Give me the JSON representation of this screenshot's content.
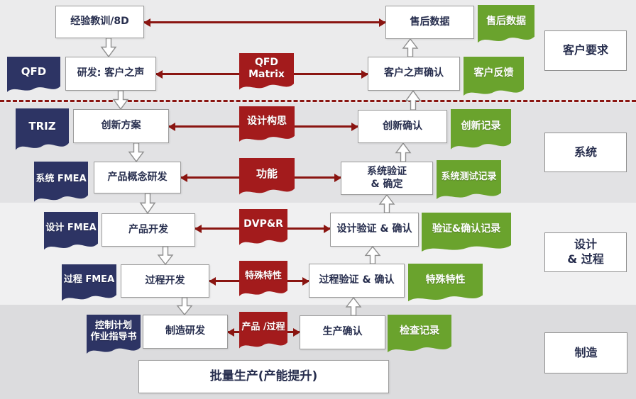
{
  "diagram": {
    "left_column": {
      "boxes": [
        {
          "label": "经验教训/8D"
        },
        {
          "label": "研发: 客户之声"
        },
        {
          "label": "创新方案"
        },
        {
          "label": "产品概念研发"
        },
        {
          "label": "产品开发"
        },
        {
          "label": "过程开发"
        },
        {
          "label": "制造研发"
        },
        {
          "label": "批量生产(产能提升)"
        }
      ],
      "tool_ribbons": [
        {
          "label": "QFD"
        },
        {
          "label": "TRIZ"
        },
        {
          "label": "系统 FMEA"
        },
        {
          "label": "设计 FMEA"
        },
        {
          "label": "过程 FMEA"
        },
        {
          "line1": "控制计划",
          "line2": "作业指导书"
        }
      ]
    },
    "center_ribbons": [
      {
        "line1": "QFD",
        "line2": "Matrix"
      },
      {
        "label": "设计构思"
      },
      {
        "label": "功能"
      },
      {
        "label": "DVP&R"
      },
      {
        "label": "特殊特性"
      },
      {
        "label": "产品 /过程"
      }
    ],
    "right_column": {
      "boxes": [
        {
          "label": "售后数据"
        },
        {
          "label": "客户之声确认"
        },
        {
          "label": "创新确认"
        },
        {
          "line1": "系统验证",
          "line2": "& 确定"
        },
        {
          "label": "设计验证 & 确认"
        },
        {
          "label": "过程验证 & 确认"
        },
        {
          "label": "生产确认"
        }
      ],
      "record_ribbons": [
        {
          "label": "售后数据"
        },
        {
          "label": "客户反馈"
        },
        {
          "label": "创新记录"
        },
        {
          "label": "系统测试记录"
        },
        {
          "label": "验证&确认记录"
        },
        {
          "label": "特殊特性"
        },
        {
          "label": "检查记录"
        }
      ]
    },
    "stage_labels": [
      {
        "label": "客户要求"
      },
      {
        "label": "系统"
      },
      {
        "line1": "设计",
        "line2": "& 过程"
      },
      {
        "label": "制造"
      }
    ],
    "colors": {
      "tool_ribbon": "#2d3464",
      "center_ribbon": "#a31b1c",
      "record_ribbon": "#6aa32d",
      "connector": "#8a1511"
    }
  }
}
